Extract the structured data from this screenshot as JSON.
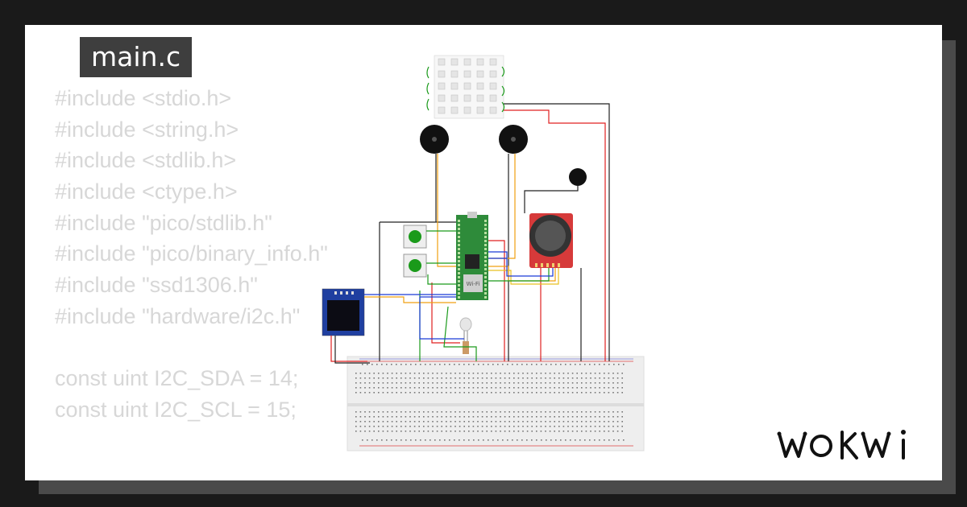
{
  "editor": {
    "filename": "main.c",
    "code_lines": [
      "#include <stdio.h>",
      "#include <string.h>",
      "#include <stdlib.h>",
      "#include <ctype.h>",
      "#include \"pico/stdlib.h\"",
      "#include \"pico/binary_info.h\"",
      "#include \"ssd1306.h\"",
      "#include \"hardware/i2c.h\"",
      "",
      "const uint I2C_SDA = 14;",
      "const uint I2C_SCL = 15;"
    ]
  },
  "board": {
    "wifi_label": "Wi-Fi"
  },
  "brand": {
    "logo": "wokwi-logo"
  },
  "colors": {
    "wire_red": "#e02020",
    "wire_black": "#222222",
    "wire_green": "#1a9a1a",
    "wire_blue": "#1a3ad8",
    "wire_orange": "#f0a010",
    "wire_yellow": "#e8c020",
    "board_green": "#2e8b3a"
  }
}
